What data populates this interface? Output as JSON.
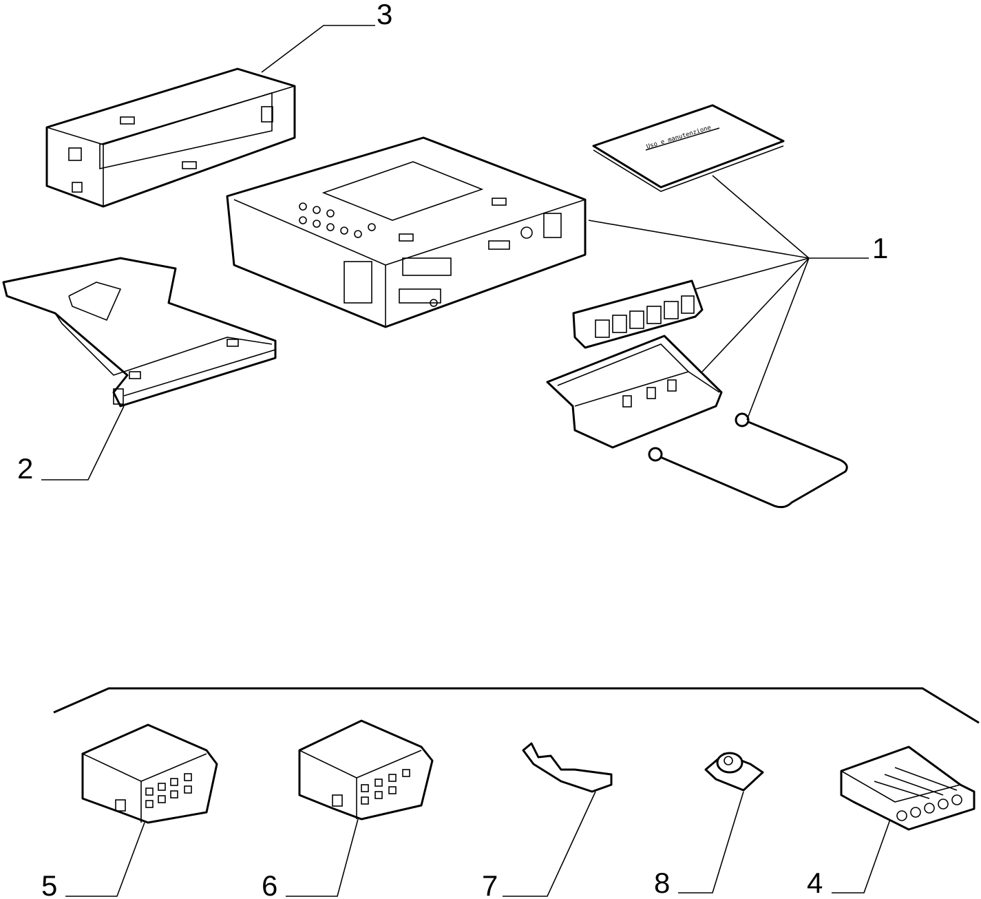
{
  "callouts": {
    "c1": "1",
    "c2": "2",
    "c3": "3",
    "c4": "4",
    "c5": "5",
    "c6": "6",
    "c7": "7",
    "c8": "8"
  },
  "manual": {
    "cover_text": "Uso e manutenzione"
  },
  "colors": {
    "line": "#000000",
    "background": "#ffffff"
  }
}
